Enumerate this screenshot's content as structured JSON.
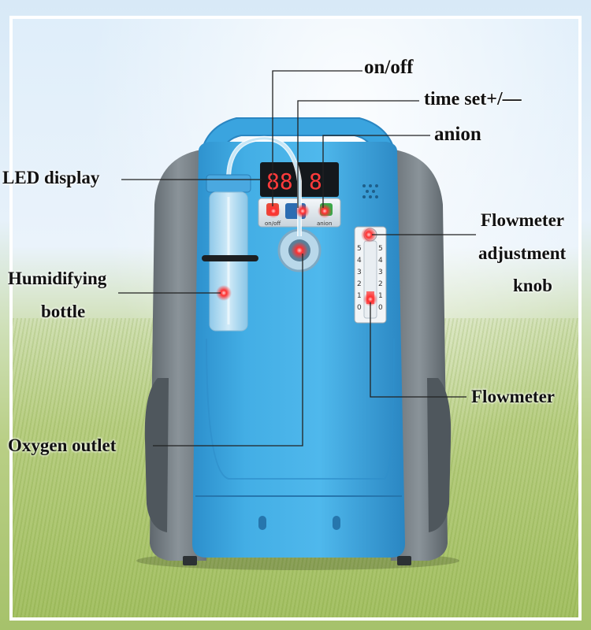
{
  "panel": {
    "onoff_text": "on/off",
    "anion_text": "anion",
    "digits_left": "88",
    "digits_right": "8"
  },
  "flowmeter_scale": [
    "5",
    "4",
    "3",
    "2",
    "1",
    "0"
  ],
  "callouts": {
    "onoff": "on/off",
    "time_set": "time set+/—",
    "anion": "anion",
    "led_display": "LED display",
    "flowmeter_knob_line1": "Flowmeter",
    "flowmeter_knob_line2": "adjustment",
    "flowmeter_knob_line3": "knob",
    "humidifying_line1": "Humidifying",
    "humidifying_line2": "bottle",
    "flowmeter": "Flowmeter",
    "oxygen_outlet": "Oxygen outlet"
  },
  "colors": {
    "body_blue": "#3fa9e0",
    "body_grey": "#7d868d",
    "marker_red": "#ff2a2a",
    "led_red": "#ff3b3b"
  }
}
